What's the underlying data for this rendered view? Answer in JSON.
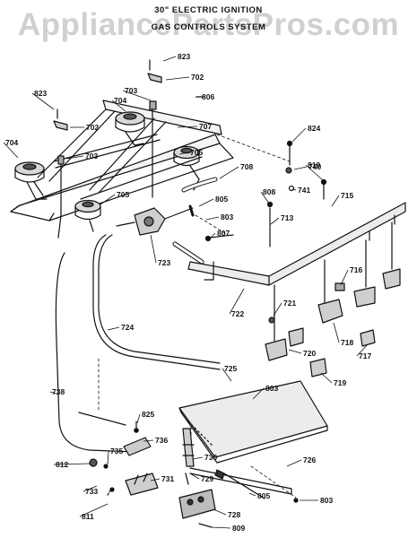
{
  "header": {
    "title_line1": "30\" ELECTRIC IGNITION",
    "title_line2": "GAS CONTROLS SYSTEM"
  },
  "watermark": {
    "text": "AppliancePartsPros.com"
  },
  "parts": [
    "823",
    "702",
    "704",
    "703",
    "806",
    "707",
    "702",
    "823",
    "824",
    "704",
    "703",
    "705",
    "740",
    "819",
    "708",
    "741",
    "715",
    "705",
    "805",
    "808",
    "803",
    "713",
    "807",
    "723",
    "716",
    "722",
    "721",
    "718",
    "724",
    "720",
    "717",
    "719",
    "725",
    "803",
    "738",
    "825",
    "736",
    "726",
    "812",
    "735",
    "730",
    "733",
    "731",
    "729",
    "805",
    "803",
    "811",
    "728",
    "809"
  ],
  "colors": {
    "ink": "#111111",
    "paper": "#ffffff",
    "watermark": "#9a9a9a"
  }
}
